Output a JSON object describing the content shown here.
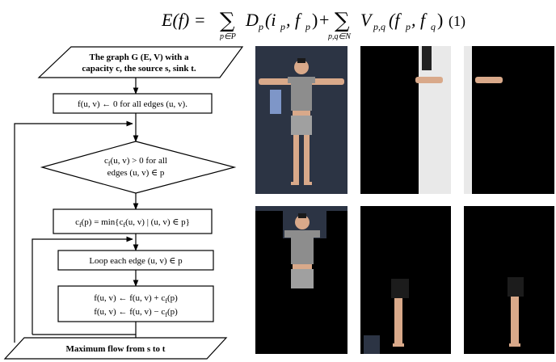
{
  "formula": {
    "lhs": "E(f) = ",
    "sum1": "∑",
    "sub1": "p∈P",
    "term1_D": "D",
    "term1_sub": "p",
    "term1_args": "(i",
    "term1_args_sub": "p",
    "term1_args2": ", f",
    "term1_args2_sub": "p",
    "term1_close": ")",
    "plus": "+",
    "sum2": "∑",
    "sub2": "p,q∈N",
    "term2_V": "V",
    "term2_sub": "p,q",
    "term2_args": "(f",
    "term2_args_sub": "p",
    "term2_args2": ", f",
    "term2_args2_sub": "q",
    "term2_close": ")",
    "eq_number": "(1)"
  },
  "flowchart": {
    "input_line1": "The graph G (E, V) with a",
    "input_line2": "capacity c, the source s, sink t.",
    "init": "f(u, v) ← 0 for all edges (u, v).",
    "decision_line1": "c",
    "decision_line1_sub": "f",
    "decision_line1_rest": "(u, v) > 0 for all",
    "decision_line2": "edges (u, v) ∈ p",
    "cf_box": "c",
    "cf_box_sub": "f",
    "cf_box_rest": "(p) = min{c",
    "cf_box_sub2": "f",
    "cf_box_rest2": "(u, v) | (u, v) ∈ p}",
    "loop_box": "Loop each edge (u, v) ∈ p",
    "update_line1": "f(u, v) ← f(u, v) + c",
    "update_line1_sub": "f",
    "update_line1_rest": "(p)",
    "update_line2": "f(u, v) ← f(u, v) − c",
    "update_line2_sub": "f",
    "update_line2_rest": "(p)",
    "output": "Maximum flow from s to t"
  },
  "photos": [
    {
      "name": "photo-original",
      "desc": "person-tpose"
    },
    {
      "name": "photo-seg-right-arm",
      "desc": "segment"
    },
    {
      "name": "photo-seg-left-arm",
      "desc": "segment"
    },
    {
      "name": "photo-seg-torso",
      "desc": "segment"
    },
    {
      "name": "photo-seg-right-leg",
      "desc": "segment"
    },
    {
      "name": "photo-seg-left-leg",
      "desc": "segment"
    }
  ]
}
